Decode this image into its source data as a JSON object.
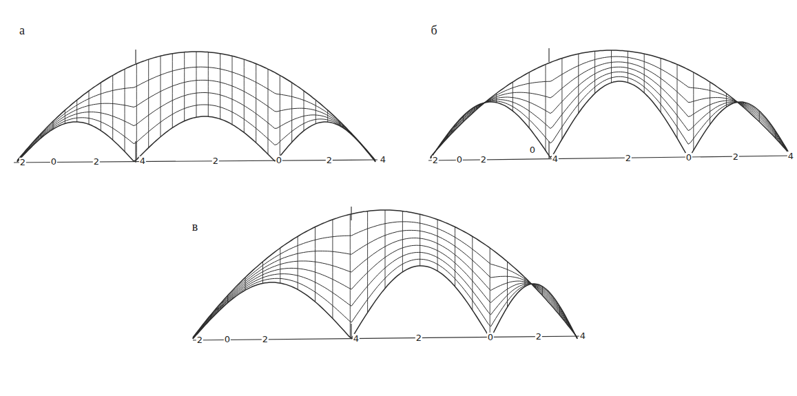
{
  "diagram": {
    "labels": [
      "а",
      "б",
      "2",
      "0",
      "2",
      "4",
      "2",
      "0",
      "2",
      "4",
      "2",
      "0",
      "2",
      "0",
      "4",
      "2",
      "0",
      "2",
      "4",
      "в",
      "2",
      "0",
      "2",
      "4",
      "2",
      "0",
      "2",
      "4"
    ]
  }
}
